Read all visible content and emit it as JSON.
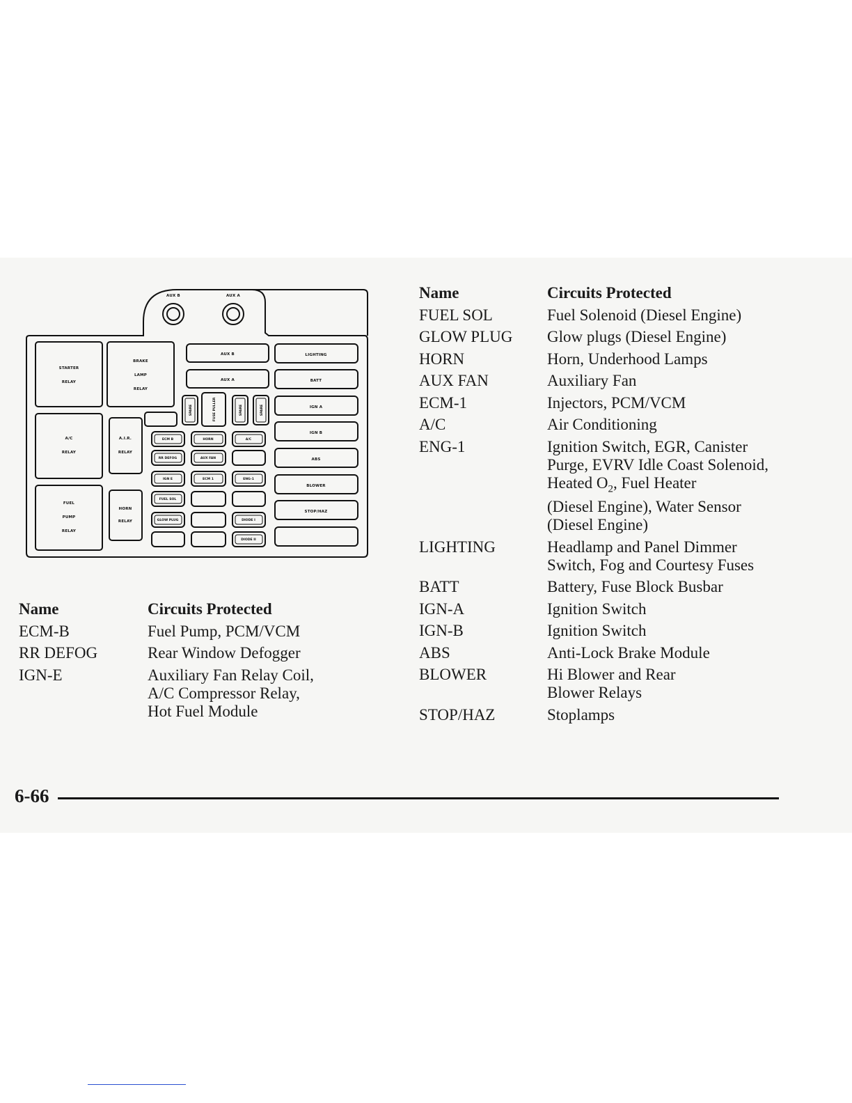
{
  "diagram": {
    "aux_b": "AUX B",
    "aux_a": "AUX A",
    "relays": {
      "starter": [
        "STARTER",
        "RELAY"
      ],
      "brake_lamp": [
        "BRAKE",
        "LAMP",
        "RELAY"
      ],
      "ac": [
        "A/C",
        "RELAY"
      ],
      "air": [
        "A.I.R.",
        "RELAY"
      ],
      "fuel_pump": [
        "FUEL",
        "PUMP",
        "RELAY"
      ],
      "horn": [
        "HORN",
        "RELAY"
      ]
    },
    "right_fuses": [
      "AUX B",
      "AUX A",
      "LIGHTING",
      "BATT",
      "IGN A",
      "IGN B",
      "ABS",
      "BLOWER",
      "STOP/HAZ"
    ],
    "vertical": [
      "SPARE",
      "FUSE PULLER",
      "SPARE",
      "SPARE"
    ],
    "mini_fuses": [
      "ECM B",
      "HORN",
      "A/C",
      "RR DEFOG",
      "AUX FAN",
      "IGN E",
      "ECM 1",
      "ENG-1",
      "FUEL SOL",
      "GLOW PLUG",
      "DIODE I",
      "DIODE II"
    ]
  },
  "left_table": {
    "header": {
      "name": "Name",
      "circuits": "Circuits Protected"
    },
    "rows": [
      {
        "name": "ECM-B",
        "circuits": [
          "Fuel Pump, PCM/VCM"
        ]
      },
      {
        "name": "RR DEFOG",
        "circuits": [
          "Rear Window Defogger"
        ]
      },
      {
        "name": "IGN-E",
        "circuits": [
          "Auxiliary Fan Relay Coil,",
          "A/C Compressor Relay,",
          "Hot Fuel Module"
        ]
      }
    ]
  },
  "right_table": {
    "header": {
      "name": "Name",
      "circuits": "Circuits Protected"
    },
    "rows": [
      {
        "name": "FUEL SOL",
        "circuits": [
          "Fuel Solenoid (Diesel Engine)"
        ]
      },
      {
        "name": "GLOW PLUG",
        "circuits": [
          "Glow plugs (Diesel Engine)"
        ]
      },
      {
        "name": "HORN",
        "circuits": [
          "Horn, Underhood Lamps"
        ]
      },
      {
        "name": "AUX FAN",
        "circuits": [
          "Auxiliary Fan"
        ]
      },
      {
        "name": "ECM-1",
        "circuits": [
          "Injectors, PCM/VCM"
        ]
      },
      {
        "name": "A/C",
        "circuits": [
          "Air Conditioning"
        ]
      },
      {
        "name": "ENG-1",
        "circuits": [
          "Ignition Switch, EGR, Canister",
          "Purge, EVRV Idle Coast Solenoid,",
          "Heated O2, Fuel Heater",
          "(Diesel Engine), Water Sensor",
          "(Diesel Engine)"
        ]
      },
      {
        "name": "LIGHTING",
        "circuits": [
          "Headlamp and Panel Dimmer",
          "Switch, Fog and Courtesy Fuses"
        ]
      },
      {
        "name": "BATT",
        "circuits": [
          "Battery, Fuse Block Busbar"
        ]
      },
      {
        "name": "IGN-A",
        "circuits": [
          "Ignition Switch"
        ]
      },
      {
        "name": "IGN-B",
        "circuits": [
          "Ignition Switch"
        ]
      },
      {
        "name": "ABS",
        "circuits": [
          "Anti-Lock Brake Module"
        ]
      },
      {
        "name": "BLOWER",
        "circuits": [
          "Hi Blower and Rear",
          "Blower Relays"
        ]
      },
      {
        "name": "STOP/HAZ",
        "circuits": [
          "Stoplamps"
        ]
      }
    ]
  },
  "footer": {
    "page_number": "6-66"
  }
}
